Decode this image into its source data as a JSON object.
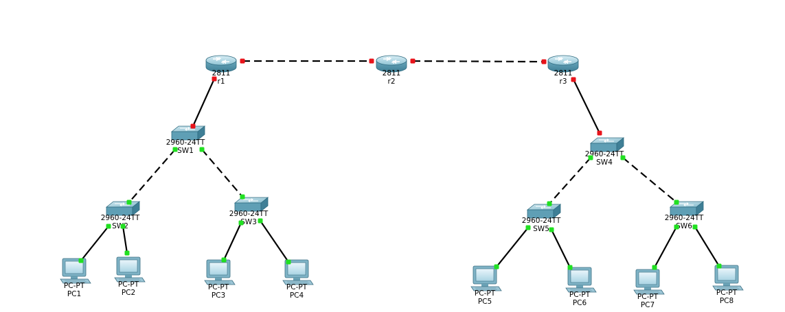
{
  "colors": {
    "link_down": "#e8141b",
    "link_up": "#21e021",
    "cable": "#000000",
    "device_body": "#5f9fb5"
  },
  "devices": [
    {
      "id": "r1",
      "kind": "router",
      "icon": "router-icon",
      "model": "2811",
      "name": "r1"
    },
    {
      "id": "r2",
      "kind": "router",
      "icon": "router-icon",
      "model": "2811",
      "name": "r2"
    },
    {
      "id": "r3",
      "kind": "router",
      "icon": "router-icon",
      "model": "2811",
      "name": "r3"
    },
    {
      "id": "SW1",
      "kind": "switch",
      "icon": "switch-icon",
      "model": "2960-24TT",
      "name": "SW1"
    },
    {
      "id": "SW2",
      "kind": "switch",
      "icon": "switch-icon",
      "model": "2960-24TT",
      "name": "SW2"
    },
    {
      "id": "SW3",
      "kind": "switch",
      "icon": "switch-icon",
      "model": "2960-24TT",
      "name": "SW3"
    },
    {
      "id": "SW4",
      "kind": "switch",
      "icon": "switch-icon",
      "model": "2960-24TT",
      "name": "SW4"
    },
    {
      "id": "SW5",
      "kind": "switch",
      "icon": "switch-icon",
      "model": "2960-24TT",
      "name": "SW5"
    },
    {
      "id": "SW6",
      "kind": "switch",
      "icon": "switch-icon",
      "model": "2960-24TT",
      "name": "SW6"
    },
    {
      "id": "PC1",
      "kind": "pc",
      "icon": "pc-icon",
      "model": "PC-PT",
      "name": "PC1"
    },
    {
      "id": "PC2",
      "kind": "pc",
      "icon": "pc-icon",
      "model": "PC-PT",
      "name": "PC2"
    },
    {
      "id": "PC3",
      "kind": "pc",
      "icon": "pc-icon",
      "model": "PC-PT",
      "name": "PC3"
    },
    {
      "id": "PC4",
      "kind": "pc",
      "icon": "pc-icon",
      "model": "PC-PT",
      "name": "PC4"
    },
    {
      "id": "PC5",
      "kind": "pc",
      "icon": "pc-icon",
      "model": "PC-PT",
      "name": "PC5"
    },
    {
      "id": "PC6",
      "kind": "pc",
      "icon": "pc-icon",
      "model": "PC-PT",
      "name": "PC6"
    },
    {
      "id": "PC7",
      "kind": "pc",
      "icon": "pc-icon",
      "model": "PC-PT",
      "name": "PC7"
    },
    {
      "id": "PC8",
      "kind": "pc",
      "icon": "pc-icon",
      "model": "PC-PT",
      "name": "PC8"
    }
  ],
  "links": [
    {
      "from": "r1",
      "to": "r2",
      "cable": "crossover",
      "status": "down"
    },
    {
      "from": "r2",
      "to": "r3",
      "cable": "crossover",
      "status": "down"
    },
    {
      "from": "r1",
      "to": "SW1",
      "cable": "straight",
      "status": "down"
    },
    {
      "from": "r3",
      "to": "SW4",
      "cable": "straight",
      "status": "down"
    },
    {
      "from": "SW1",
      "to": "SW2",
      "cable": "crossover",
      "status": "up"
    },
    {
      "from": "SW1",
      "to": "SW3",
      "cable": "crossover",
      "status": "up"
    },
    {
      "from": "SW4",
      "to": "SW5",
      "cable": "crossover",
      "status": "up"
    },
    {
      "from": "SW4",
      "to": "SW6",
      "cable": "crossover",
      "status": "up"
    },
    {
      "from": "SW2",
      "to": "PC1",
      "cable": "straight",
      "status": "up"
    },
    {
      "from": "SW2",
      "to": "PC2",
      "cable": "straight",
      "status": "up"
    },
    {
      "from": "SW3",
      "to": "PC3",
      "cable": "straight",
      "status": "up"
    },
    {
      "from": "SW3",
      "to": "PC4",
      "cable": "straight",
      "status": "up"
    },
    {
      "from": "SW5",
      "to": "PC5",
      "cable": "straight",
      "status": "up"
    },
    {
      "from": "SW5",
      "to": "PC6",
      "cable": "straight",
      "status": "up"
    },
    {
      "from": "SW6",
      "to": "PC7",
      "cable": "straight",
      "status": "up"
    },
    {
      "from": "SW6",
      "to": "PC8",
      "cable": "straight",
      "status": "up"
    }
  ]
}
